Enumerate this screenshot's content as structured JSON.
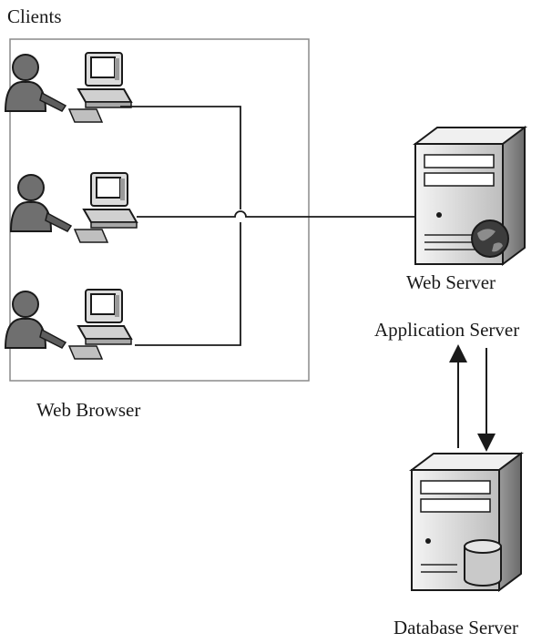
{
  "labels": {
    "clients": "Clients",
    "web_browser": "Web Browser",
    "web_server": "Web Server",
    "application_server": "Application Server",
    "database_server": "Database Server"
  },
  "colors": {
    "line": "#1a1a1a",
    "frame": "#8a8a8a",
    "user_fill": "#6f6f6f",
    "pc_fill": "#dcdcdc",
    "server_fill": "#e4e4e4",
    "globe_fill": "#3c3c3c"
  },
  "icons": {
    "client": "person-at-computer-icon",
    "web_server": "server-with-globe-icon",
    "database_server": "server-with-database-icon"
  }
}
